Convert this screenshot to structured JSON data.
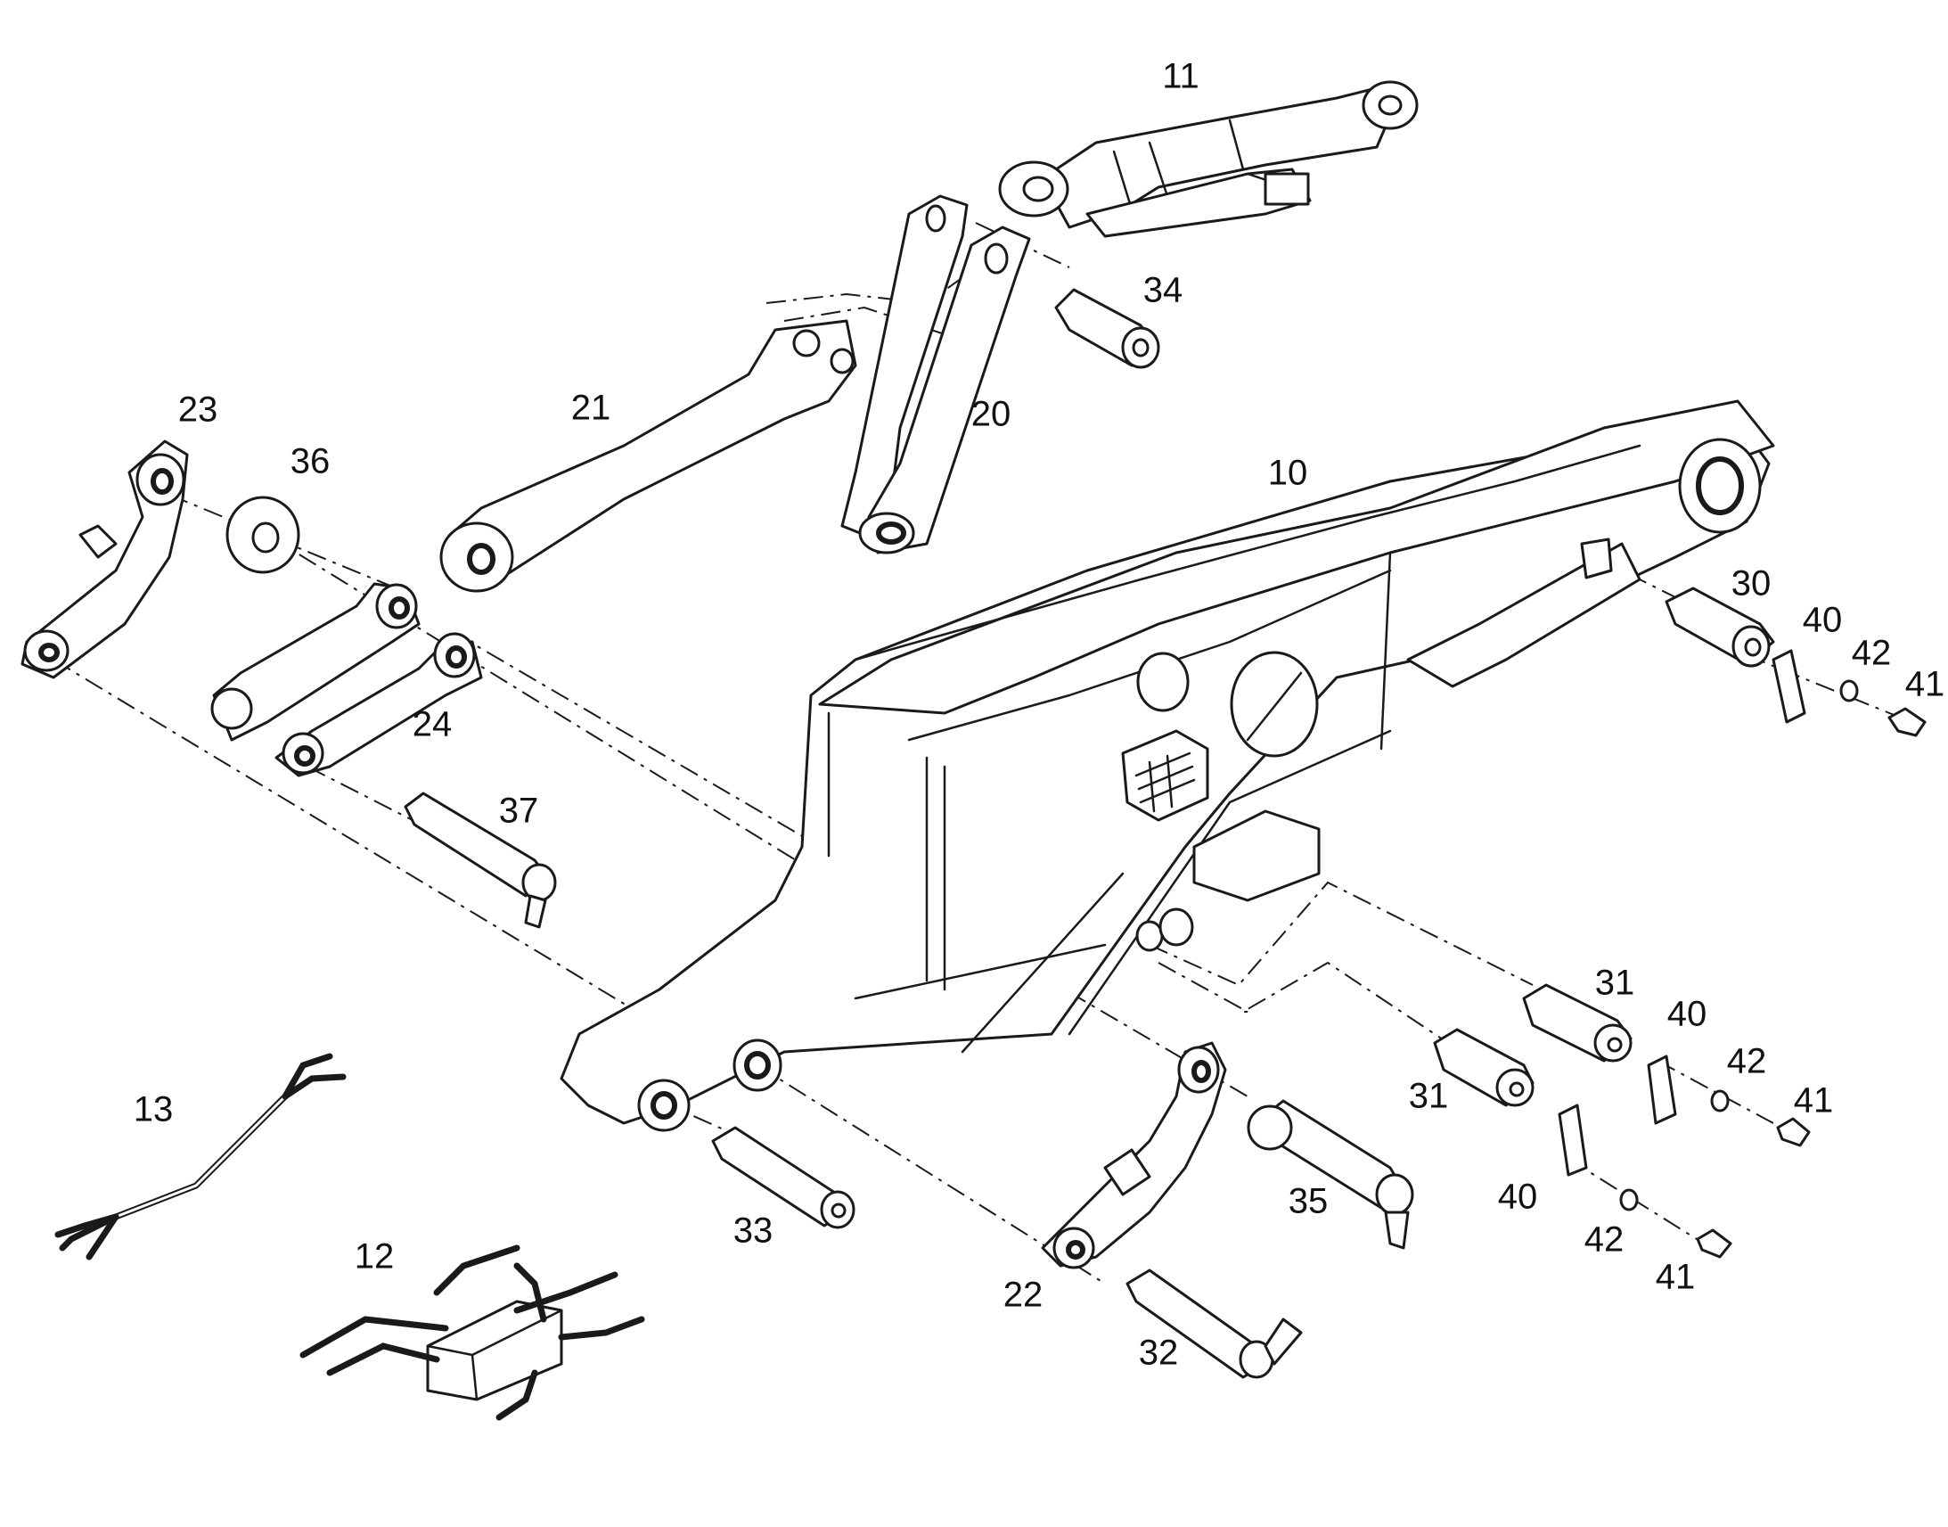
{
  "callouts": {
    "p10": "10",
    "p11": "11",
    "p12": "12",
    "p13": "13",
    "p20": "20",
    "p21": "21",
    "p22": "22",
    "p23": "23",
    "p24": "24",
    "p30": "30",
    "p31a": "31",
    "p31b": "31",
    "p32": "32",
    "p33": "33",
    "p34": "34",
    "p35": "35",
    "p36": "36",
    "p37": "37",
    "p40a": "40",
    "p40b": "40",
    "p40c": "40",
    "p41a": "41",
    "p41b": "41",
    "p41c": "41",
    "p42a": "42",
    "p42b": "42",
    "p42c": "42"
  }
}
